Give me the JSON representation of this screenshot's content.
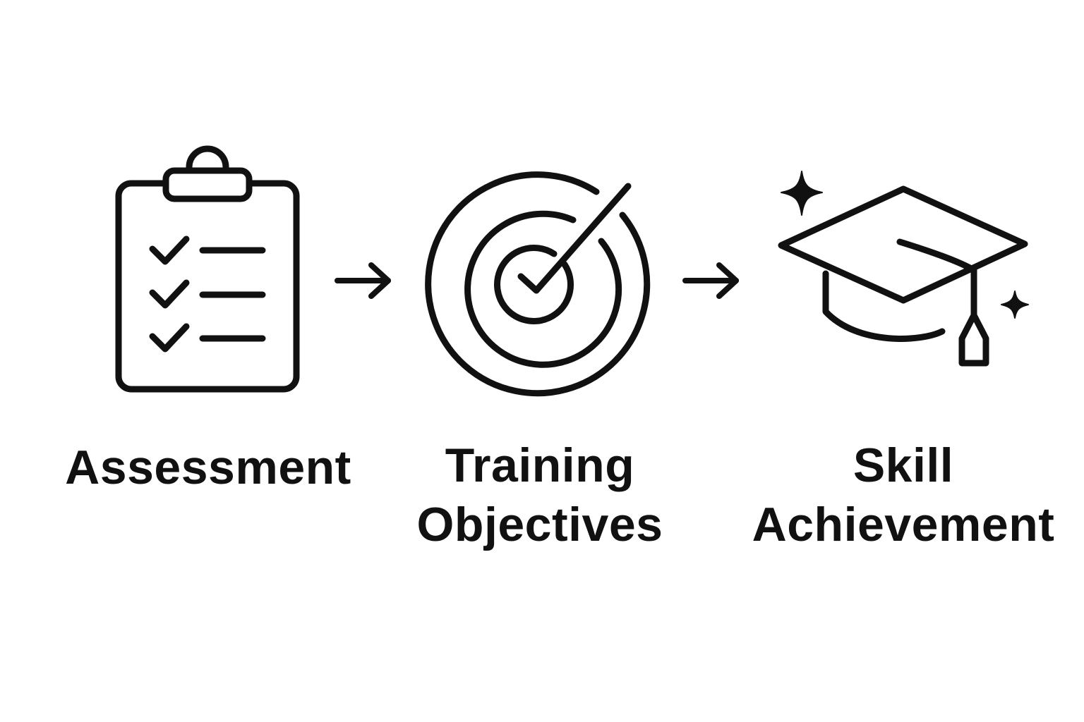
{
  "diagram": {
    "steps": [
      {
        "icon": "clipboard-checklist-icon",
        "label_lines": [
          "Assessment"
        ]
      },
      {
        "icon": "target-checkmark-icon",
        "label_lines": [
          "Training",
          "Objectives"
        ]
      },
      {
        "icon": "graduation-cap-icon",
        "label_lines": [
          "Skill",
          "Achievement"
        ]
      }
    ],
    "connectors": [
      "arrow-right-icon",
      "arrow-right-icon"
    ],
    "colors": {
      "stroke": "#111111",
      "background": "#ffffff"
    }
  }
}
